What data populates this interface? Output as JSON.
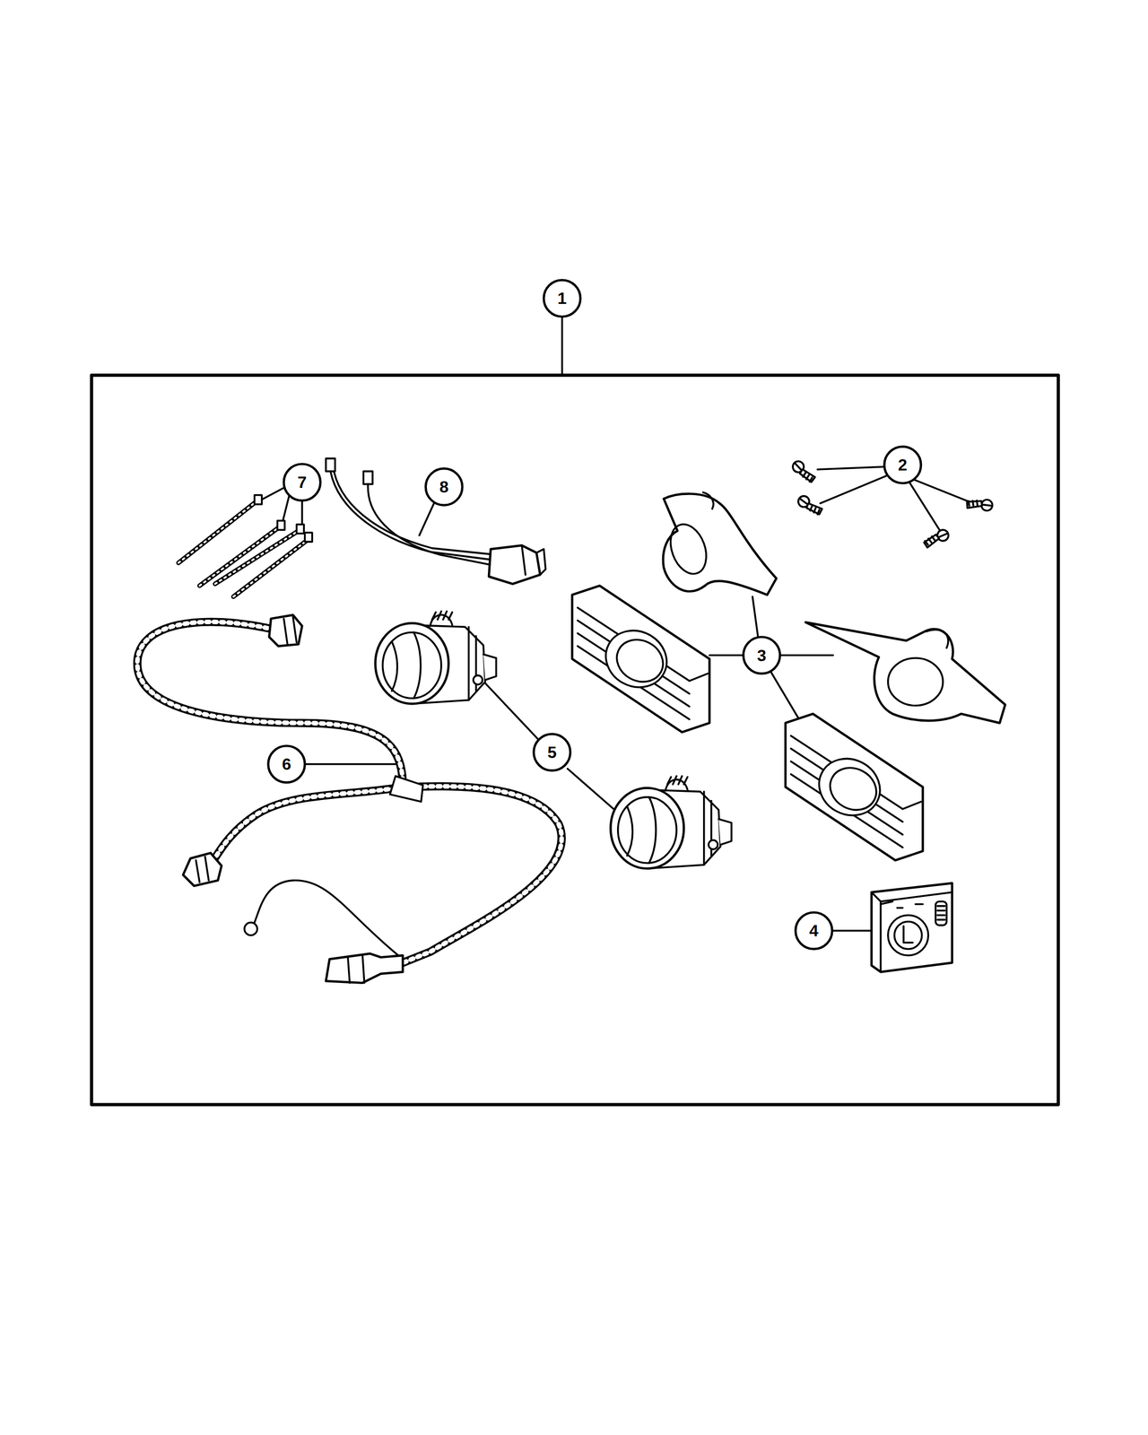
{
  "diagram": {
    "labels": [
      "1",
      "7",
      "8",
      "2",
      "3",
      "6",
      "5",
      "4"
    ]
  }
}
